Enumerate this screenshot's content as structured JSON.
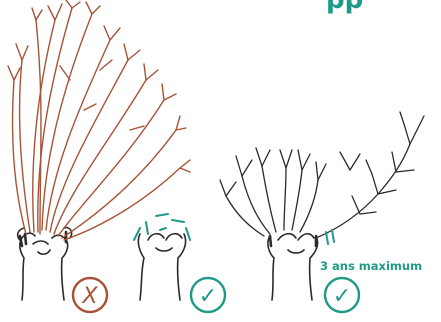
{
  "header": {
    "partial_title": "pp"
  },
  "annotation": {
    "label": "3 ans maximum"
  },
  "verdicts": [
    {
      "name": "overgrown-pollard",
      "mark": "X",
      "color": "#a65336"
    },
    {
      "name": "freshly-pruned-pollard",
      "mark": "✓",
      "color": "#1e9a87"
    },
    {
      "name": "young-regrowth-pollard",
      "mark": "✓",
      "color": "#1e9a87"
    }
  ],
  "colors": {
    "trunk_ink": "#2b2b2b",
    "old_branch": "#a65336",
    "accent_teal": "#1e9a87"
  }
}
